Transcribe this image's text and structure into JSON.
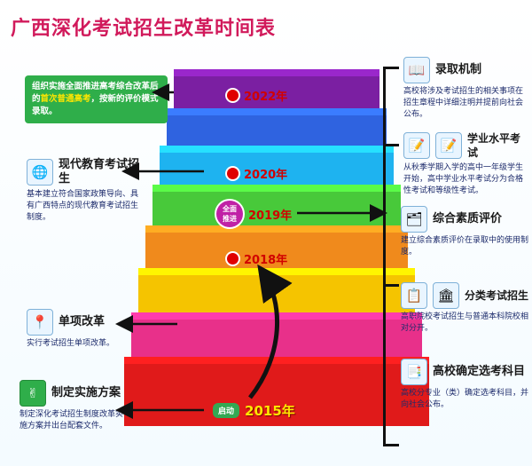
{
  "title": "广西深化考试招生改革时间表",
  "colors": {
    "title": "#d11a5b",
    "year": "#d10000",
    "green_callout": "#2fae4a",
    "highlight": "#ffe600"
  },
  "steps": [
    {
      "color": "#7b1fa2"
    },
    {
      "color": "#2f63e0"
    },
    {
      "color": "#1eb3f0"
    },
    {
      "color": "#48c93a"
    },
    {
      "color": "#f08a1c"
    },
    {
      "color": "#f5c400"
    },
    {
      "color": "#e8308a"
    },
    {
      "color": "#e01a1a"
    }
  ],
  "years": {
    "y2022": "2022年",
    "y2020": "2020年",
    "y2019": "2019年",
    "y2018": "2018年",
    "y2015": "2015年"
  },
  "badge_2019": {
    "line1": "全面",
    "line2": "推进"
  },
  "start_label": "启动",
  "callout_2022": {
    "part1": "组织实施全面推进高考综合改革后的",
    "highlight": "首次普通高考",
    "part2": "，按新的评价模式录取。"
  },
  "left_items": [
    {
      "name": "现代教育考试招生",
      "desc": "基本建立符合国家政策导向、具有广西特点的现代教育考试招生制度。",
      "icon": "globe-icon"
    },
    {
      "name": "单项改革",
      "desc": "实行考试招生单项改革。",
      "icon": "map-pin-icon"
    },
    {
      "name": "制定实施方案",
      "desc": "制定深化考试招生制度改革实施方案并出台配套文件。",
      "icon": "person-cheer-icon"
    }
  ],
  "right_items": [
    {
      "name": "录取机制",
      "desc": "高校将涉及考试招生的相关事项在招生章程中详细注明并提前向社会公布。",
      "icon": "book-icon"
    },
    {
      "name": "学业水平考试",
      "desc": "从秋季学期入学的高中一年级学生开始，高中学业水平考试分为合格性考试和等级性考试。",
      "icon": "exam-paper-icon"
    },
    {
      "name": "综合素质评价",
      "desc": "建立综合素质评价在录取中的使用制度。",
      "icon": "folders-icon"
    },
    {
      "name": "分类考试招生",
      "desc": "高职院校考试招生与普通本科院校相对分开。",
      "icon": "school-building-icon"
    },
    {
      "name": "高校确定选考科目",
      "desc": "高校分专业（类）确定选考科目，并向社会公布。",
      "icon": "checklist-icon"
    }
  ]
}
